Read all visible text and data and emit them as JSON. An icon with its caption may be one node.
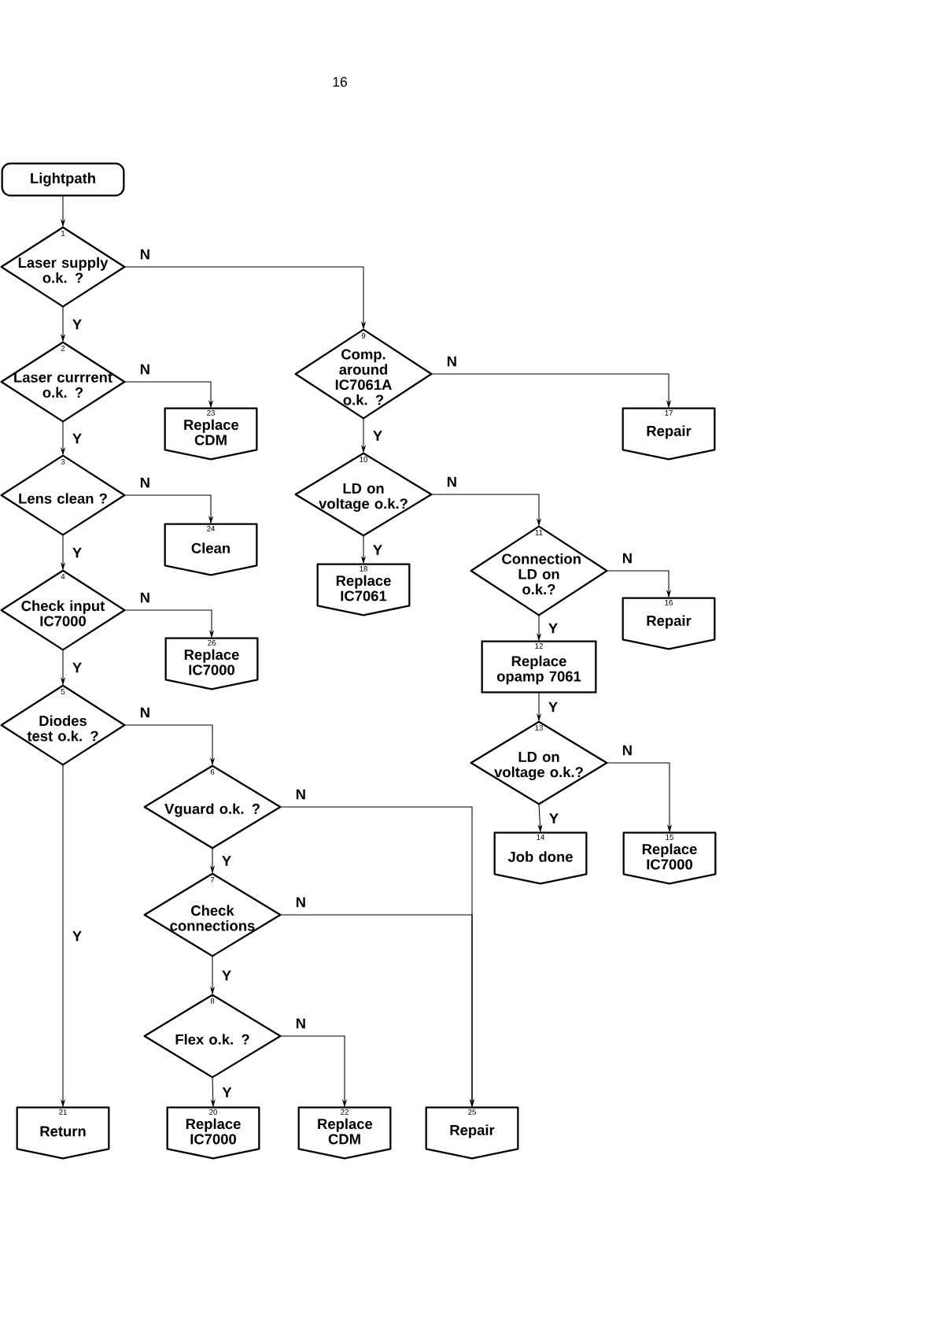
{
  "diagram": {
    "nodes": [
      {
        "text": [
          "Lightpath"
        ]
      },
      {
        "text": [
          "1",
          "Laser supply o.k. ?"
        ]
      },
      {
        "text": [
          "2",
          "Laser currrent o.k. ?"
        ]
      },
      {
        "text": [
          "23",
          "Replace CDM"
        ]
      },
      {
        "text": [
          "9",
          "Comp. around IC7061A o.k. ?"
        ]
      },
      {
        "text": [
          "17",
          "Repair"
        ]
      },
      {
        "text": [
          "3",
          "Lens clean ?"
        ]
      },
      {
        "text": [
          "24",
          "Clean"
        ]
      },
      {
        "text": [
          "10",
          "LD on voltage o.k.?"
        ]
      },
      {
        "text": [
          "18",
          "Replace IC7061"
        ]
      },
      {
        "text": [
          "11",
          "Connection LD on o.k.?"
        ]
      },
      {
        "text": [
          "16",
          "Repair"
        ]
      },
      {
        "text": [
          "4",
          "Check input IC7000"
        ]
      },
      {
        "text": [
          "26",
          "Replace IC7000"
        ]
      },
      {
        "text": [
          "12",
          "Replace opamp 7061"
        ]
      },
      {
        "text": [
          "13",
          "LD on voltage o.k.?"
        ]
      },
      {
        "text": [
          "5",
          "Diodes test o.k. ?"
        ]
      },
      {
        "text": [
          "14",
          "Job done"
        ]
      },
      {
        "text": [
          "15",
          "Replace IC7000"
        ]
      },
      {
        "text": [
          "6",
          "Vguard o.k. ?"
        ]
      },
      {
        "text": [
          "7",
          "Check connections"
        ]
      },
      {
        "text": [
          "8",
          "Flex o.k. ?"
        ]
      },
      {
        "text": [
          "21",
          "Return"
        ]
      },
      {
        "text": [
          "20",
          "Replace IC7000"
        ]
      },
      {
        "text": [
          "22",
          "Replace CDM"
        ]
      },
      {
        "text": [
          "25",
          "Repair"
        ]
      }
    ],
    "edges": [
      {
        "from": 0,
        "to": 1,
        "arrow": "to"
      },
      {
        "from": 1,
        "to": 2,
        "arrow": "to",
        "label": "Y"
      },
      {
        "from": 1,
        "to": 4,
        "arrow": "to",
        "label": "N"
      },
      {
        "from": 2,
        "to": 3,
        "arrow": "to",
        "label": "N"
      },
      {
        "from": 2,
        "to": 6,
        "arrow": "to",
        "label": "Y"
      },
      {
        "from": 4,
        "to": 5,
        "arrow": "to",
        "label": "N"
      },
      {
        "from": 4,
        "to": 8,
        "arrow": "to",
        "label": "Y"
      },
      {
        "from": 6,
        "to": 7,
        "arrow": "to",
        "label": "N"
      },
      {
        "from": 6,
        "to": 12,
        "arrow": "to",
        "label": "Y"
      },
      {
        "from": 8,
        "to": 9,
        "arrow": "to",
        "label": "Y"
      },
      {
        "from": 8,
        "to": 10,
        "arrow": "to",
        "label": "N"
      },
      {
        "from": 10,
        "to": 11,
        "arrow": "to",
        "label": "N"
      },
      {
        "from": 10,
        "to": 14,
        "arrow": "to",
        "label": "Y"
      },
      {
        "from": 12,
        "to": 13,
        "arrow": "to",
        "label": "N"
      },
      {
        "from": 12,
        "to": 16,
        "arrow": "to",
        "label": "Y"
      },
      {
        "from": 14,
        "to": 15,
        "arrow": "to",
        "label": "Y"
      },
      {
        "from": 15,
        "to": 17,
        "arrow": "to",
        "label": "Y"
      },
      {
        "from": 15,
        "to": 18,
        "arrow": "to",
        "label": "N"
      },
      {
        "from": 16,
        "to": 22,
        "arrow": "to",
        "label": "Y"
      },
      {
        "from": 16,
        "to": 19,
        "arrow": "to",
        "label": "N"
      },
      {
        "from": 19,
        "to": 25,
        "arrow": "to",
        "label": "N"
      },
      {
        "from": 19,
        "to": 20,
        "arrow": "to",
        "label": "Y"
      },
      {
        "from": 20,
        "to": 25,
        "arrow": "to",
        "label": "N"
      },
      {
        "from": 20,
        "to": 21,
        "arrow": "to",
        "label": "Y"
      },
      {
        "from": 21,
        "to": 23,
        "arrow": "to",
        "label": "Y"
      },
      {
        "from": 21,
        "to": 24,
        "arrow": "to",
        "label": "N"
      }
    ],
    "labels": [
      "16"
    ]
  }
}
